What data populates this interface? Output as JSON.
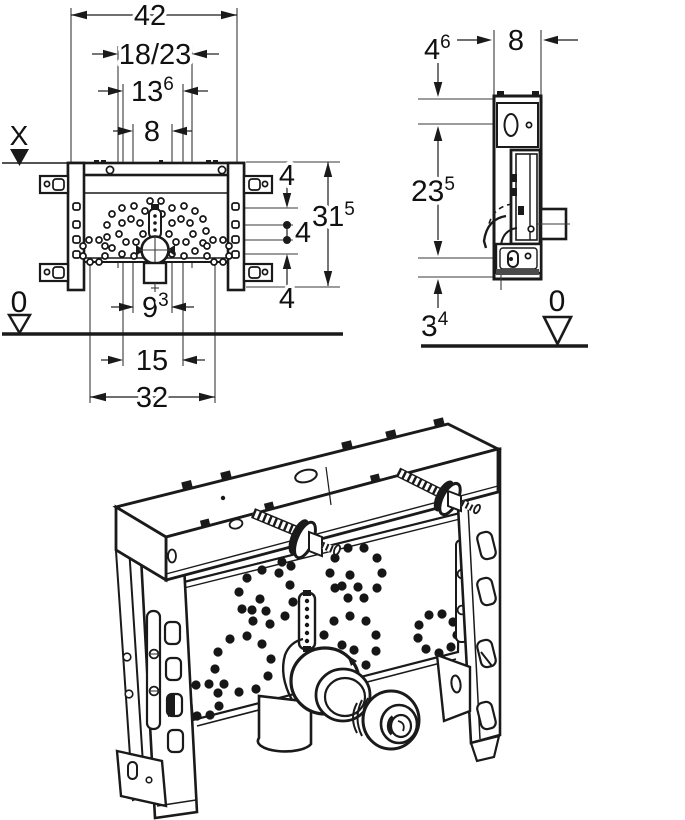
{
  "colors": {
    "line": "#1a1a1a",
    "background": "#ffffff"
  },
  "front_view": {
    "datum_x": "X",
    "datum_zero": "0",
    "dim_42": "42",
    "dim_18_23": "18/23",
    "dim_13_6": {
      "base": "13",
      "sup": "6"
    },
    "dim_8": "8",
    "dim_4_top": "4",
    "dim_31_5": {
      "base": "31",
      "sup": "5"
    },
    "dim_4_mid": "4",
    "dim_4_bottom": "4",
    "dim_9_3": {
      "base": "9",
      "sup": "3"
    },
    "dim_15": "15",
    "dim_32": "32"
  },
  "side_view": {
    "dim_4_6": {
      "base": "4",
      "sup": "6"
    },
    "dim_8": "8",
    "dim_23_5": {
      "base": "23",
      "sup": "5"
    },
    "dim_3_4": {
      "base": "3",
      "sup": "4"
    },
    "datum_zero": "0"
  }
}
